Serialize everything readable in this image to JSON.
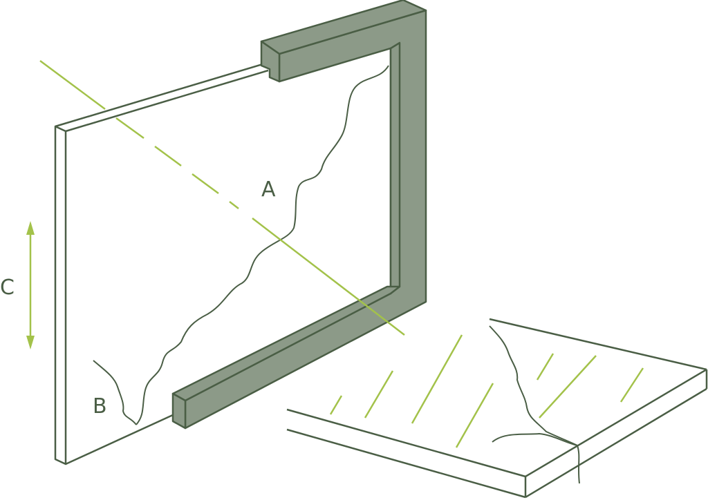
{
  "labels": {
    "a": "A",
    "b": "B",
    "c": "C"
  },
  "colors": {
    "frame_fill": "#8c9a88",
    "stroke": "#4a5e45",
    "accent": "#a3c24a",
    "background": "#ffffff"
  }
}
